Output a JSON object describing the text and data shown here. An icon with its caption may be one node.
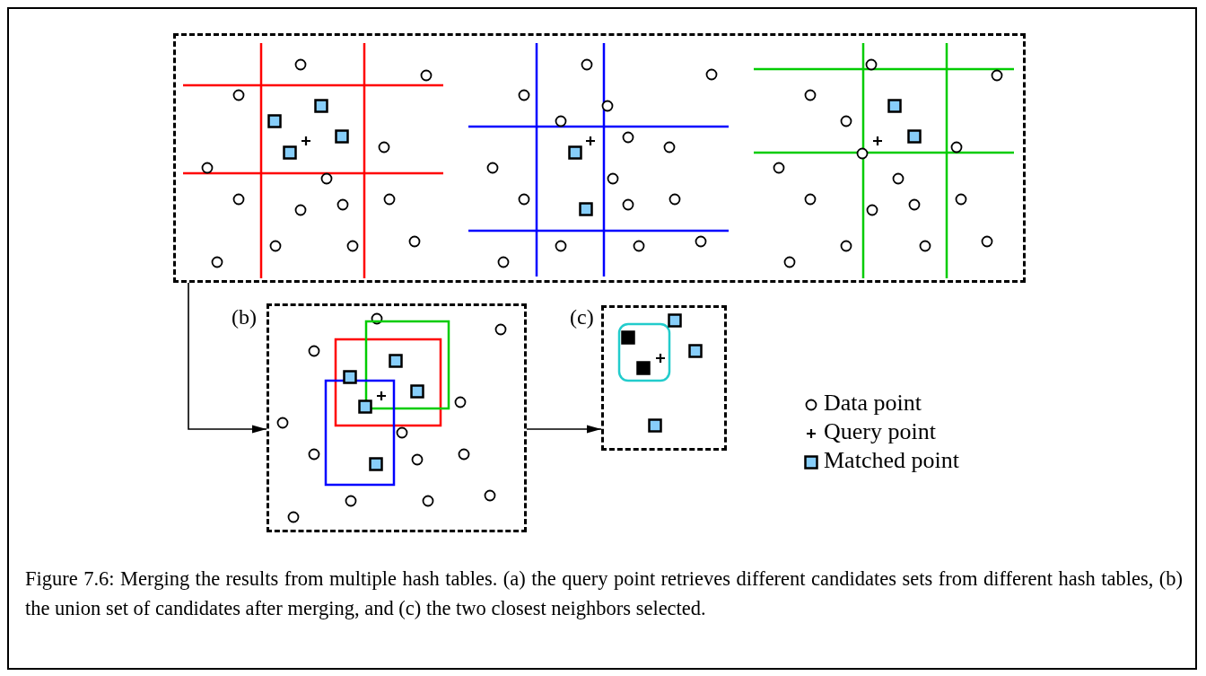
{
  "diagram": {
    "caption": "Figure 7.6: Merging the results from multiple hash tables. (a) the query point retrieves different candidates sets from different hash tables, (b) the union set of candidates after merging, and (c) the two closest neighbors selected.",
    "nodes": [
      {
        "text": [],
        "shape": "box"
      },
      {
        "text": [
          "(b)"
        ]
      },
      {
        "text": [
          "(c)"
        ]
      }
    ],
    "edges": [
      {
        "from": 0,
        "to": 1,
        "arrow": "to"
      },
      {
        "from": 1,
        "to": 2,
        "arrow": "to"
      }
    ],
    "legend": [
      {
        "text": "Data point"
      },
      {
        "text": "Query point"
      },
      {
        "text": "Matched point"
      }
    ]
  }
}
